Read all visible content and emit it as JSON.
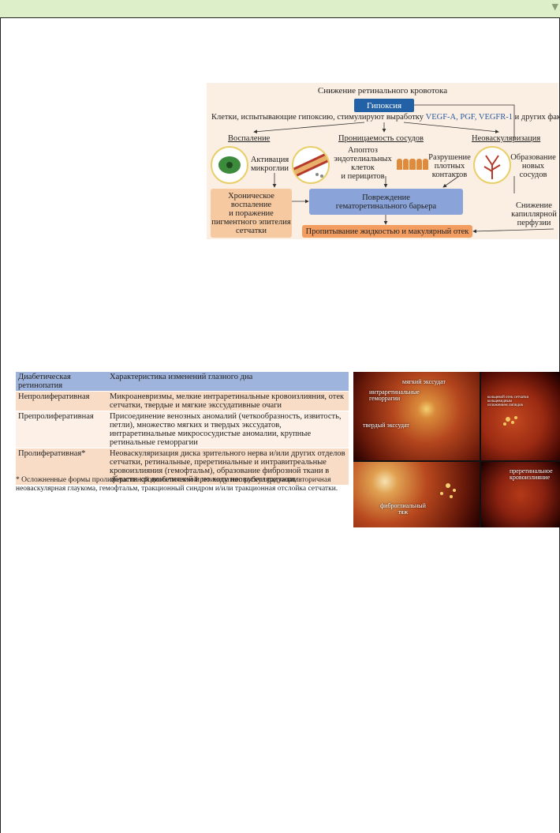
{
  "header": {
    "mark": "▼"
  },
  "diagram": {
    "title": "Снижение ретинального кровотока",
    "hypoxia": "Гипоксия",
    "cells_text": "Клетки, испытывающие гипоксию, стимулируют выработку",
    "factors": "VEGF-A, PGF, VEGFR-1",
    "cells_tail": "и других факторов",
    "inflammation": "Воспаление",
    "permeability": "Проницаемость сосудов",
    "neovasc": "Неоваскуляризация",
    "microglia_line1": "Активация",
    "microglia_line2": "микроглии",
    "apoptosis_line1": "Апоптоз",
    "apoptosis_line2": "эндотелиальных",
    "apoptosis_line3": "клеток",
    "apoptosis_line4": "и перицитов",
    "tight_line1": "Разрушение",
    "tight_line2": "плотных",
    "tight_line3": "контактов",
    "newvessels_line1": "Образование",
    "newvessels_line2": "новых",
    "newvessels_line3": "сосудов",
    "chronic_line1": "Хроническое",
    "chronic_line2": "воспаление",
    "chronic_line3": "и поражение",
    "chronic_line4": "пигментного эпителия",
    "chronic_line5": "сетчатки",
    "damage_line1": "Повреждение",
    "damage_line2": "гематоретинального барьера",
    "perfusion_line1": "Снижение",
    "perfusion_line2": "капиллярной",
    "perfusion_line3": "перфузии",
    "edema": "Пропитывание жидкостью и макулярный отек"
  },
  "table": {
    "head_col1_line1": "Диабетическая",
    "head_col1_line2": "ретинопатия",
    "head_col2": "Характеристика изменений глазного дна",
    "rows": [
      {
        "stage": "Непролиферативная",
        "desc": "Микроаневризмы, мелкие интраретинальные кровоизлияния, отек сетчатки, твердые и мягкие экссудативные очаги"
      },
      {
        "stage": "Препролиферативная",
        "desc": "Присоединение венозных аномалий (четкообразность, извитость, петли), множество мягких и твердых экссудатов, интраретинальные микрососудистые аномалии, крупные ретинальные геморрагии"
      },
      {
        "stage": "Пролиферативная*",
        "desc": "Неоваскуляризация диска зрительного нерва и/или других отделов сетчатки, ретинальные, преретинальные и интравитреальные кровоизлияния (гемофтальм), образование фиброзной ткани в области кровоизлияний и по ходу неоваскуляризации"
      }
    ],
    "footnote": "* Осложненные формы пролиферативной диабетической ретинопатии: рубеоз радужки, вторичная неоваскулярная глаукома, гемофтальм, тракционный синдром и/или тракционная отслойка сетчатки."
  },
  "photos": {
    "soft_exudate": "мягкий экссудат",
    "intraretinal_line1": "интраретинальные",
    "intraretinal_line2": "геморрагии",
    "hard_exudate": "твердый экссудат",
    "tr_line1": "кольцевой отек сетчатки",
    "tr_line2": "кольцевидным",
    "tr_line3": "отложением липидов",
    "fibro_line1": "фиброглиальный",
    "fibro_line2": "тяж",
    "preretinal_line1": "преретинальное",
    "preretinal_line2": "кровоизлияние"
  }
}
